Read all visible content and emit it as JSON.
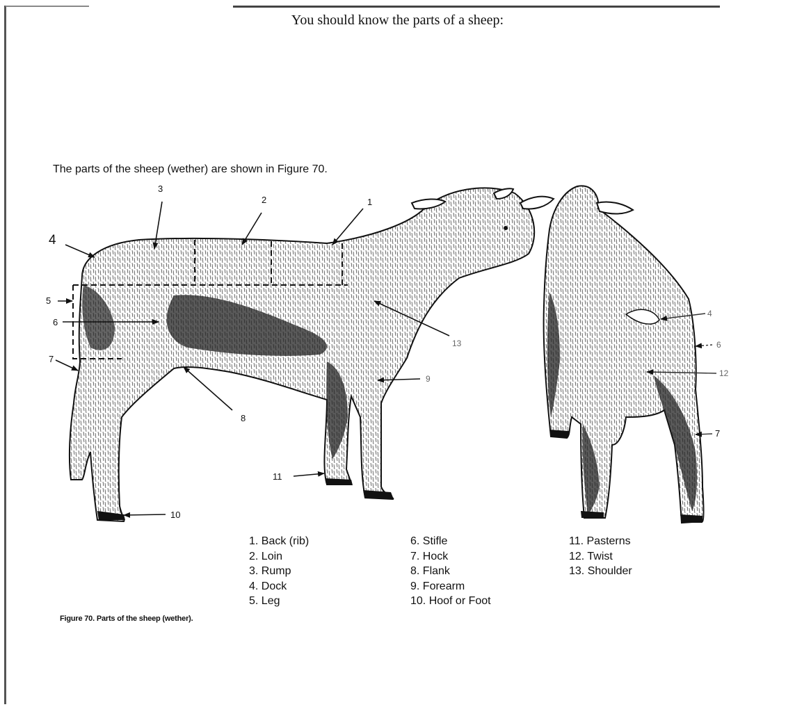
{
  "page": {
    "title": "You should know the parts of a sheep:",
    "intro": "The parts of the sheep (wether) are shown in Figure 70.",
    "caption": "Figure 70. Parts of the sheep (wether)."
  },
  "callouts": {
    "side": [
      "1",
      "2",
      "3",
      "4",
      "5",
      "6",
      "7",
      "8",
      "9",
      "10",
      "11",
      "13"
    ],
    "rear": [
      "4",
      "6",
      "12",
      "7"
    ]
  },
  "legend": {
    "col1": [
      "1. Back (rib)",
      "2. Loin",
      "3. Rump",
      "4. Dock",
      "5. Leg"
    ],
    "col2": [
      "6. Stifle",
      "7. Hock",
      "8. Flank",
      "9. Forearm",
      "10. Hoof or Foot"
    ],
    "col3": [
      "11. Pasterns",
      "12. Twist",
      "13. Shoulder"
    ]
  }
}
